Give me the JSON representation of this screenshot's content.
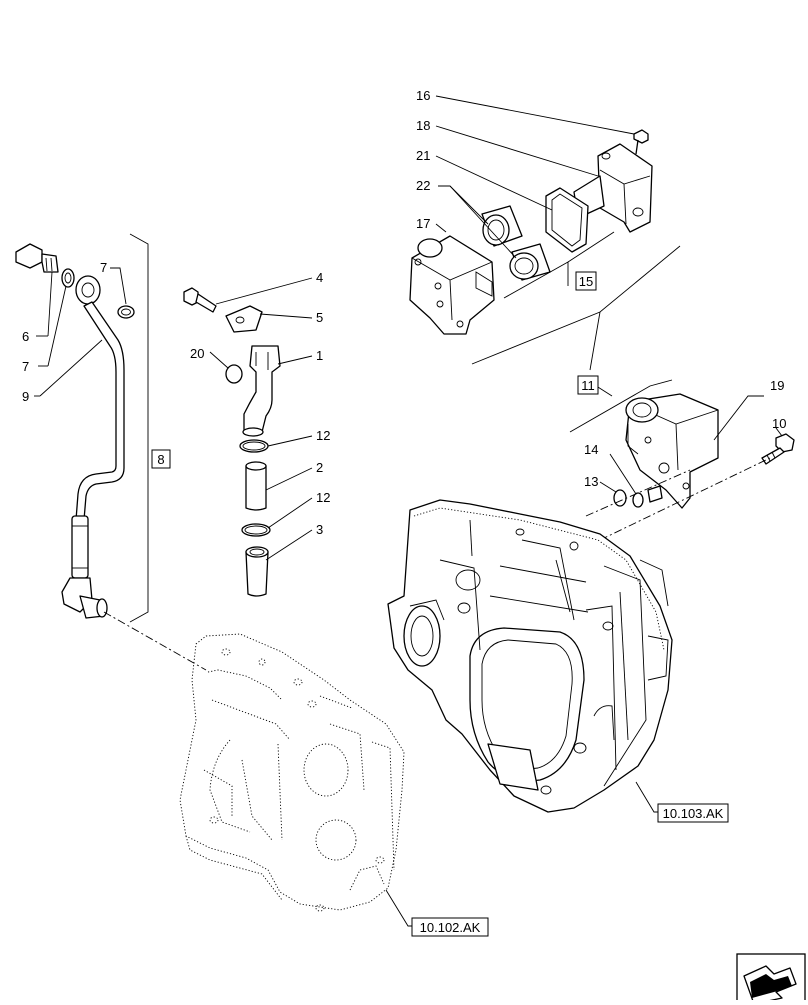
{
  "diagram": {
    "callouts": {
      "c1": "1",
      "c2": "2",
      "c3": "3",
      "c4": "4",
      "c5": "5",
      "c6": "6",
      "c7a": "7",
      "c7b": "7",
      "c9": "9",
      "c10": "10",
      "c12a": "12",
      "c12b": "12",
      "c13": "13",
      "c14": "14",
      "c16": "16",
      "c17": "17",
      "c18": "18",
      "c19": "19",
      "c20": "20",
      "c21": "21",
      "c22": "22"
    },
    "boxed": {
      "b8": "8",
      "b11": "11",
      "b15": "15"
    },
    "references": {
      "ref_front_cover": "10.102.AK",
      "ref_flywheel_housing": "10.103.AK"
    },
    "icons": {
      "nav": "next-page-arrow-icon"
    }
  }
}
